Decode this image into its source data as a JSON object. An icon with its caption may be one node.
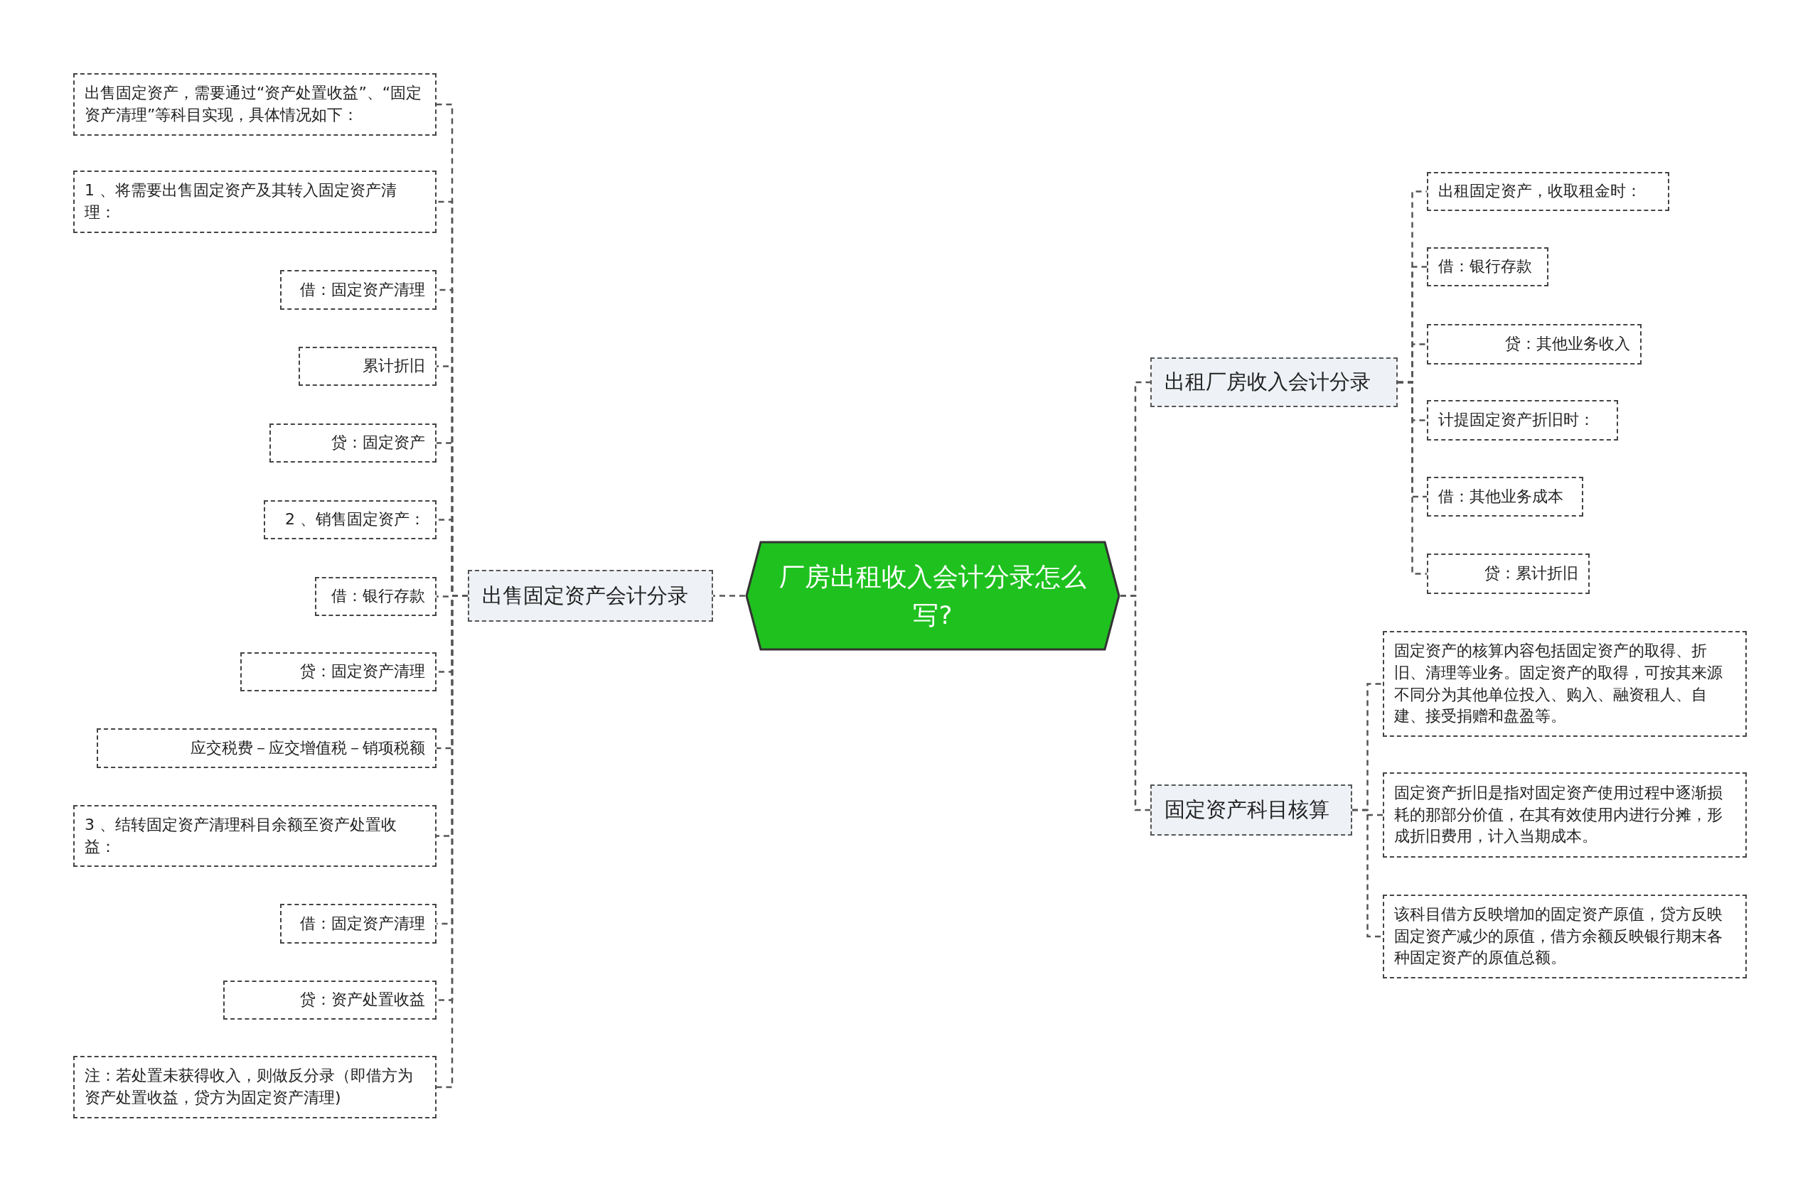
{
  "diagram": {
    "nodes": [
      {
        "text": [
          "厂房出租收入会计分录怎么写?"
        ]
      },
      {
        "text": [
          "出售固定资产会计分录"
        ]
      },
      {
        "text": [
          "出售固定资产，需要通过“资产处置收益”、“固定资产清理”等科目实现，具体情况如下："
        ]
      },
      {
        "text": [
          "1 、将需要出售固定资产及其转入固定资产清理："
        ]
      },
      {
        "text": [
          "借：固定资产清理"
        ]
      },
      {
        "text": [
          "累计折旧"
        ]
      },
      {
        "text": [
          "贷：固定资产"
        ]
      },
      {
        "text": [
          "2 、销售固定资产："
        ]
      },
      {
        "text": [
          "借：银行存款"
        ]
      },
      {
        "text": [
          "贷：固定资产清理"
        ]
      },
      {
        "text": [
          "应交税费－应交增值税－销项税额"
        ]
      },
      {
        "text": [
          "3 、结转固定资产清理科目余额至资产处置收益："
        ]
      },
      {
        "text": [
          "借：固定资产清理"
        ]
      },
      {
        "text": [
          "贷：资产处置收益"
        ]
      },
      {
        "text": [
          "注：若处置未获得收入，则做反分录（即借方为资产处置收益，贷方为固定资产清理)"
        ]
      },
      {
        "text": [
          "出租厂房收入会计分录"
        ]
      },
      {
        "text": [
          "出租固定资产，收取租金时："
        ]
      },
      {
        "text": [
          "借：银行存款"
        ]
      },
      {
        "text": [
          "贷：其他业务收入"
        ]
      },
      {
        "text": [
          "计提固定资产折旧时："
        ]
      },
      {
        "text": [
          "借：其他业务成本"
        ]
      },
      {
        "text": [
          "贷：累计折旧"
        ]
      },
      {
        "text": [
          "固定资产科目核算"
        ]
      },
      {
        "text": [
          "固定资产的核算内容包括固定资产的取得、折旧、清理等业务。固定资产的取得，可按其来源不同分为其他单位投入、购入、融资租人、自建、接受捐赠和盘盈等。"
        ]
      },
      {
        "text": [
          "固定资产折旧是指对固定资产使用过程中逐渐损耗的那部分价值，在其有效使用内进行分摊，形成折旧费用，计入当期成本。"
        ]
      },
      {
        "text": [
          "该科目借方反映增加的固定资产原值，贷方反映固定资产减少的原值，借方余额反映银行期末各种固定资产的原值总额。"
        ]
      }
    ],
    "edges": [
      {
        "from": 0,
        "to": 1,
        "arrow": "none"
      },
      {
        "from": 1,
        "to": 2,
        "arrow": "none"
      },
      {
        "from": 1,
        "to": 3,
        "arrow": "none"
      },
      {
        "from": 1,
        "to": 4,
        "arrow": "none"
      },
      {
        "from": 1,
        "to": 5,
        "arrow": "none"
      },
      {
        "from": 1,
        "to": 6,
        "arrow": "none"
      },
      {
        "from": 1,
        "to": 7,
        "arrow": "none"
      },
      {
        "from": 1,
        "to": 8,
        "arrow": "none"
      },
      {
        "from": 1,
        "to": 9,
        "arrow": "none"
      },
      {
        "from": 1,
        "to": 10,
        "arrow": "none"
      },
      {
        "from": 1,
        "to": 11,
        "arrow": "none"
      },
      {
        "from": 1,
        "to": 12,
        "arrow": "none"
      },
      {
        "from": 1,
        "to": 13,
        "arrow": "none"
      },
      {
        "from": 1,
        "to": 14,
        "arrow": "none"
      },
      {
        "from": 0,
        "to": 15,
        "arrow": "none"
      },
      {
        "from": 15,
        "to": 16,
        "arrow": "none"
      },
      {
        "from": 15,
        "to": 17,
        "arrow": "none"
      },
      {
        "from": 15,
        "to": 18,
        "arrow": "none"
      },
      {
        "from": 15,
        "to": 19,
        "arrow": "none"
      },
      {
        "from": 15,
        "to": 20,
        "arrow": "none"
      },
      {
        "from": 15,
        "to": 21,
        "arrow": "none"
      },
      {
        "from": 0,
        "to": 22,
        "arrow": "none"
      },
      {
        "from": 22,
        "to": 23,
        "arrow": "none"
      },
      {
        "from": 22,
        "to": 24,
        "arrow": "none"
      },
      {
        "from": 22,
        "to": 25,
        "arrow": "none"
      }
    ]
  }
}
